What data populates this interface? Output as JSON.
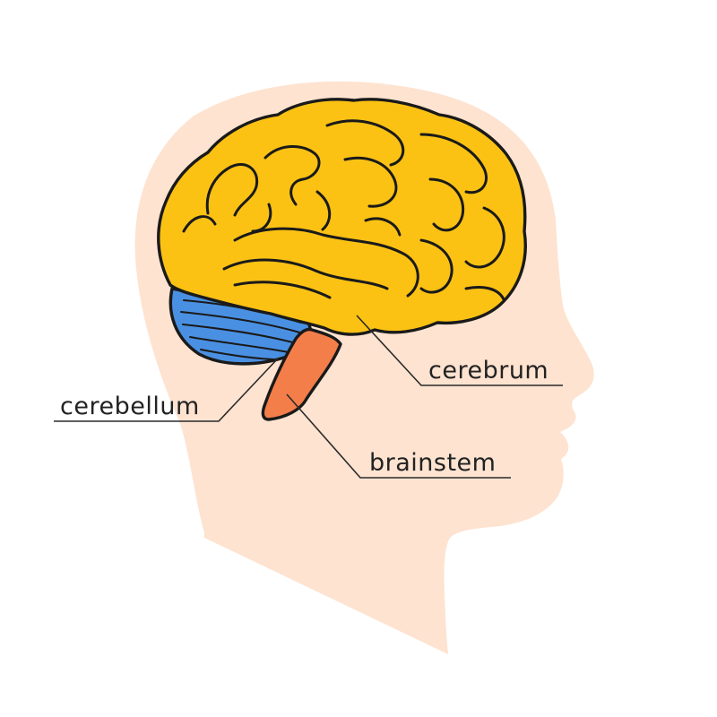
{
  "labels": {
    "cerebrum": "cerebrum",
    "cerebellum": "cerebellum",
    "brainstem": "brainstem"
  },
  "colors": {
    "head": "#fde3d0",
    "cerebrum": "#fbc214",
    "cerebellum": "#4a90e2",
    "brainstem": "#f47e4a",
    "line": "#1a1a1a"
  }
}
